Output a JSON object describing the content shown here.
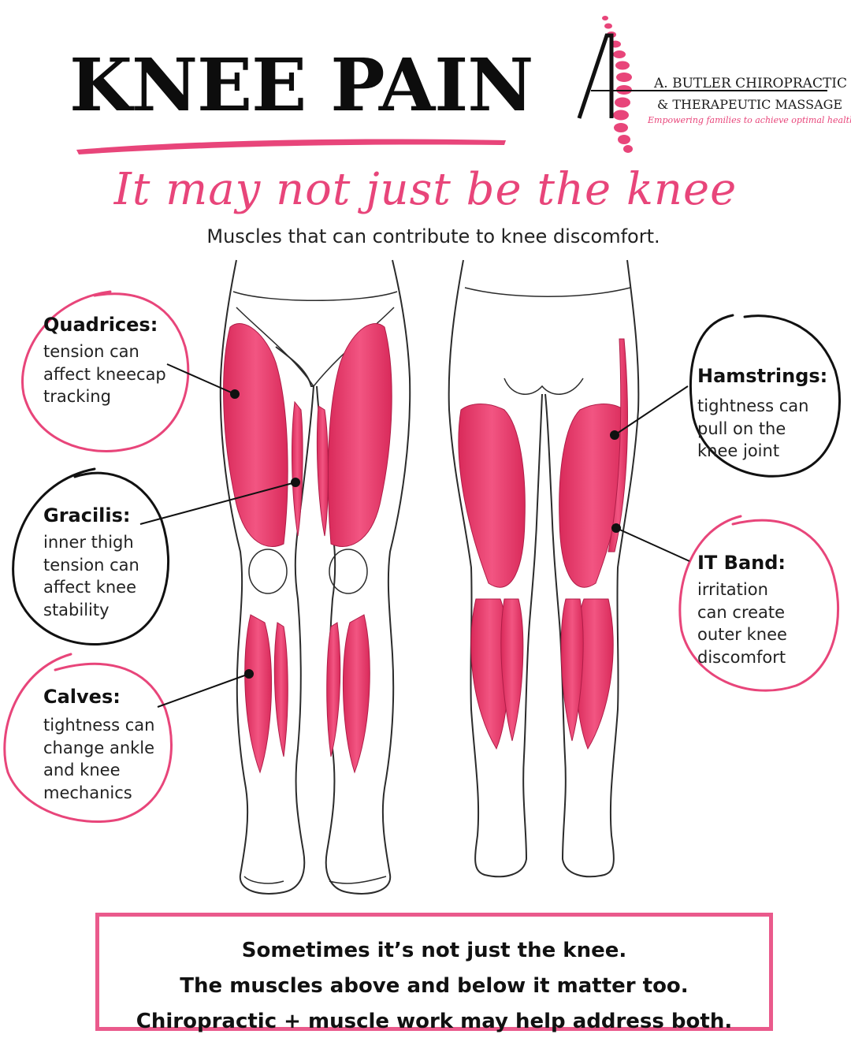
{
  "header": {
    "title": "KNEE PAIN",
    "script_heading": "It may not just be the knee",
    "subtitle": "Muscles that can contribute to knee discomfort."
  },
  "logo": {
    "name_line1": "A. BUTLER CHIROPRACTIC",
    "name_line2": "& THERAPEUTIC MASSAGE",
    "tagline": "Empowering families to achieve optimal health."
  },
  "labels": {
    "quadriceps": {
      "title": "Quadrices:",
      "text": "tension can\naffect kneecap\ntracking"
    },
    "gracilis": {
      "title": "Gracilis:",
      "text": "inner thigh\ntension can\naffect knee\nstability"
    },
    "calves": {
      "title": "Calves:",
      "text": "tightness can\nchange ankle\nand knee\nmechanics"
    },
    "hamstrings": {
      "title": "Hamstrings:",
      "text": "tightness can\npull on the\nknee joint"
    },
    "it_band": {
      "title": "IT Band:",
      "text": "irritation\ncan create\nouter knee\ndiscomfort"
    }
  },
  "callout": {
    "line1": "Sometimes it’s not just the knee.",
    "line2": "The muscles above and below it matter too.",
    "line3": "Chiropractic + muscle work may help address both."
  },
  "colors": {
    "accent": "#e8457a",
    "muscle": "#ef3f6e",
    "outline": "#2b2b2b"
  }
}
